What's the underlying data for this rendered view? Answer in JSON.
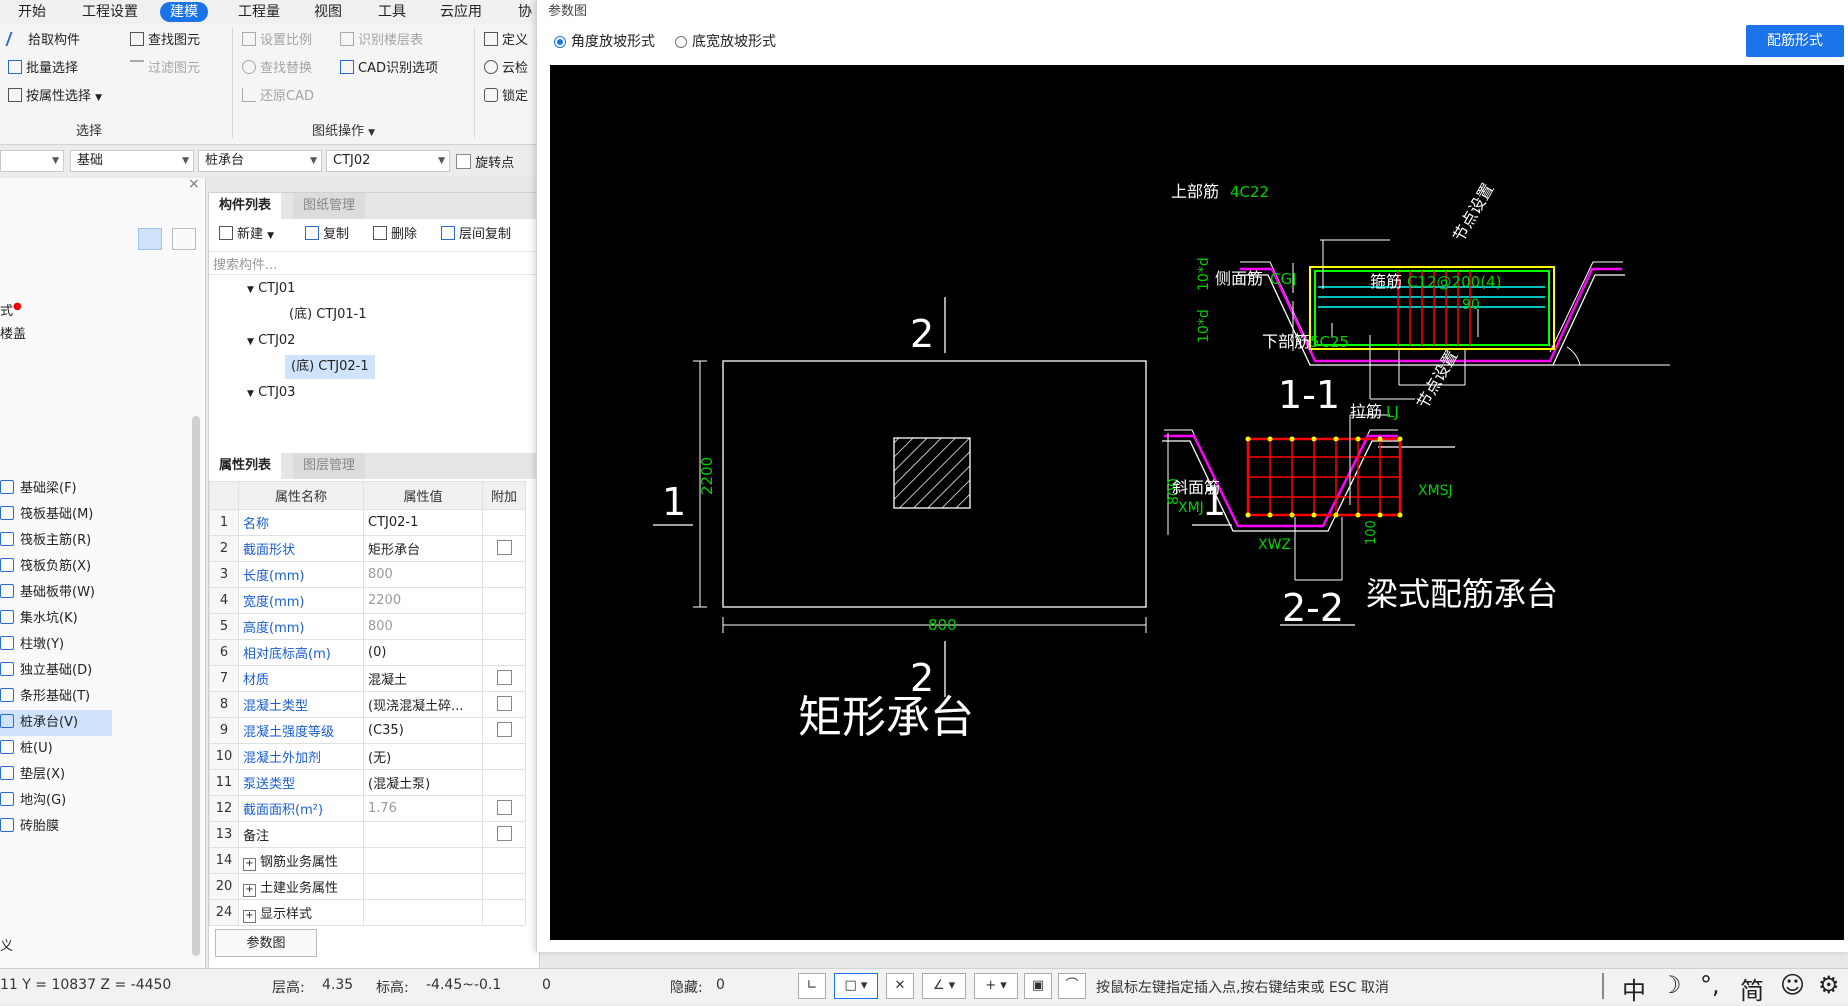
{
  "menu": [
    "开始",
    "工程设置",
    "建模",
    "工程量",
    "视图",
    "工具",
    "云应用",
    "协"
  ],
  "menu_active": "建模",
  "ribbon": {
    "select_buttons": [
      "拾取构件",
      "批量选择",
      "按属性选择"
    ],
    "find_buttons": [
      "查找图元",
      "过滤图元"
    ],
    "drawing_buttons": [
      "设置比例",
      "查找替换",
      "还原CAD"
    ],
    "cad_buttons": [
      "识别楼层表",
      "CAD识别选项"
    ],
    "right_buttons": [
      "定义",
      "云检",
      "锁定"
    ],
    "group_select": "选择",
    "group_drawing": "图纸操作"
  },
  "combos": [
    "基础",
    "桩承台",
    "CTJ02"
  ],
  "rotate_label": "旋转点",
  "left_panel": {
    "partial_items": [
      "式",
      "楼盖"
    ],
    "items": [
      "基础梁(F)",
      "筏板基础(M)",
      "筏板主筋(R)",
      "筏板负筋(X)",
      "基础板带(W)",
      "集水坑(K)",
      "柱墩(Y)",
      "独立基础(D)",
      "条形基础(T)",
      "桩承台(V)",
      "桩(U)",
      "垫层(X)",
      "地沟(G)",
      "砖胎膜"
    ],
    "selected": "桩承台(V)",
    "bottom_partial": "义"
  },
  "component_panel": {
    "tabs": [
      "构件列表",
      "图纸管理"
    ],
    "tools": [
      "新建",
      "复制",
      "删除",
      "层间复制"
    ],
    "search_placeholder": "搜索构件...",
    "tree": [
      "CTJ01",
      "(底) CTJ01-1",
      "CTJ02",
      "(底) CTJ02-1",
      "CTJ03"
    ],
    "selected": "(底) CTJ02-1"
  },
  "property_panel": {
    "tabs": [
      "属性列表",
      "图层管理"
    ],
    "headers": [
      "属性名称",
      "属性值",
      "附加"
    ],
    "rows": [
      {
        "n": "1",
        "k": "名称",
        "v": "CTJ02-1"
      },
      {
        "n": "2",
        "k": "截面形状",
        "v": "矩形承台"
      },
      {
        "n": "3",
        "k": "长度(mm)",
        "v": "800"
      },
      {
        "n": "4",
        "k": "宽度(mm)",
        "v": "2200"
      },
      {
        "n": "5",
        "k": "高度(mm)",
        "v": "800"
      },
      {
        "n": "6",
        "k": "相对底标高(m)",
        "v": "(0)"
      },
      {
        "n": "7",
        "k": "材质",
        "v": "混凝土"
      },
      {
        "n": "8",
        "k": "混凝土类型",
        "v": "(现浇混凝土碎..."
      },
      {
        "n": "9",
        "k": "混凝土强度等级",
        "v": "(C35)"
      },
      {
        "n": "10",
        "k": "混凝土外加剂",
        "v": "(无)"
      },
      {
        "n": "11",
        "k": "泵送类型",
        "v": "(混凝土泵)"
      },
      {
        "n": "12",
        "k": "截面面积(m²)",
        "v": "1.76"
      },
      {
        "n": "13",
        "k": "备注",
        "v": ""
      },
      {
        "n": "14",
        "k": "钢筋业务属性",
        "v": ""
      },
      {
        "n": "20",
        "k": "土建业务属性",
        "v": ""
      },
      {
        "n": "24",
        "k": "显示样式",
        "v": ""
      }
    ],
    "param_button": "参数图"
  },
  "dialog": {
    "title": "参数图",
    "radio_angle": "角度放坡形式",
    "radio_width": "底宽放坡形式",
    "rebar_button": "配筋形式"
  },
  "drawing": {
    "left_title": "矩形承台",
    "right_title": "梁式配筋承台",
    "section_1": "1-1",
    "section_2": "2-2",
    "mark_1": "1",
    "mark_2": "2",
    "dim_2200": "2200",
    "dim_800": "800",
    "top_rebar": "上部筋",
    "top_rebar_val": "4C22",
    "side_rebar": "侧面筋",
    "side_rebar_val": "CGJ",
    "stirrup": "箍筋",
    "stirrup_val": "C12@200(4)",
    "bottom_rebar": "下部筋",
    "bottom_rebar_val": "5C25",
    "node_setting": "节点设置",
    "angle_90": "90",
    "lap_10d_a": "10*d",
    "lap_10d_b": "10*d",
    "tie_rebar": "拉筋",
    "tie_val": "LJ",
    "slope_rebar": "斜面筋",
    "xmj": "XMJ",
    "xmsj": "XMSJ",
    "xwz": "XWZ",
    "dim_800_b": "800",
    "dim_100": "100"
  },
  "status": {
    "coords": "11 Y = 10837 Z = -4450",
    "floor_h_label": "层高:",
    "floor_h": "4.35",
    "elev_label": "标高:",
    "elev": "-4.45~-0.1",
    "zero": "0",
    "hidden_label": "隐藏:",
    "hidden": "0",
    "hint": "按鼠标左键指定插入点,按右键结束或 ESC 取消",
    "ime": [
      "中",
      "☽",
      "°,",
      "简",
      "☺",
      "⚙"
    ]
  }
}
